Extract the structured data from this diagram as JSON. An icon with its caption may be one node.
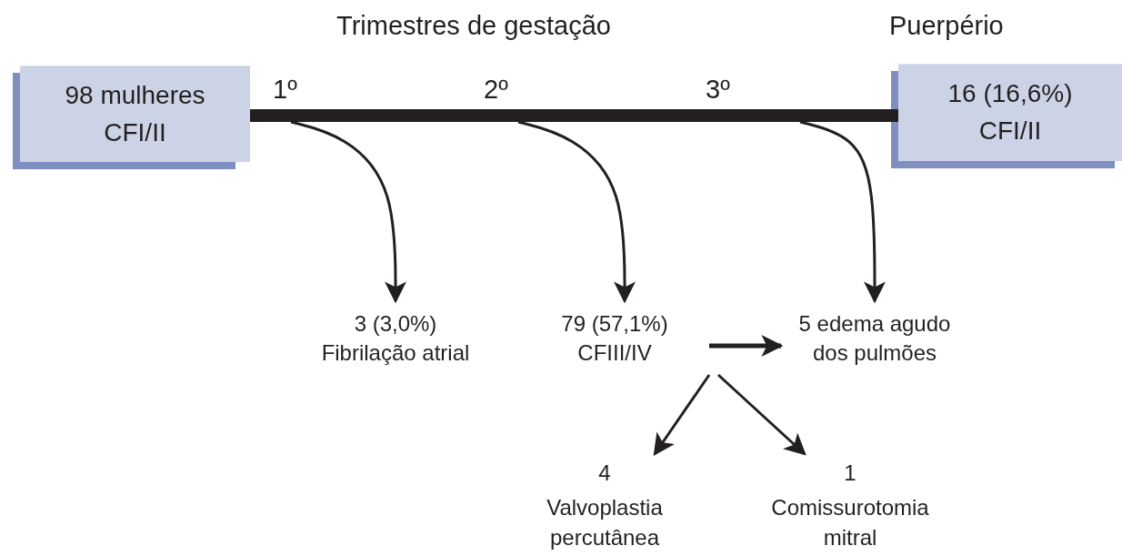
{
  "diagram": {
    "nodes": [
      {
        "text": [
          "98 mulheres CFI/II"
        ]
      },
      {
        "text": [
          "16 (16,6%) CFI/II"
        ]
      },
      {
        "text": [
          "3 (3,0%) Fibrilação atrial"
        ]
      },
      {
        "text": [
          "79 (57,1%) CFIII/IV"
        ]
      },
      {
        "text": [
          "5 edema agudo dos pulmões"
        ]
      },
      {
        "text": [
          "4",
          "Valvoplastia percutânea"
        ]
      },
      {
        "text": [
          "1",
          "Comissurotomia mitral"
        ]
      }
    ],
    "edges": [
      {
        "from": 0,
        "to": 1,
        "arrow": "none",
        "style": "thick"
      },
      {
        "from": null,
        "to": 2,
        "arrow": "to"
      },
      {
        "from": null,
        "to": 3,
        "arrow": "to"
      },
      {
        "from": null,
        "to": 4,
        "arrow": "to"
      },
      {
        "from": 3,
        "to": 4,
        "arrow": "to"
      },
      {
        "from": 3,
        "to": 5,
        "arrow": "to"
      },
      {
        "from": 3,
        "to": 6,
        "arrow": "to"
      }
    ],
    "labels": [
      "Trimestres de gestação",
      "Puerpério",
      "1º",
      "2º",
      "3º"
    ]
  }
}
